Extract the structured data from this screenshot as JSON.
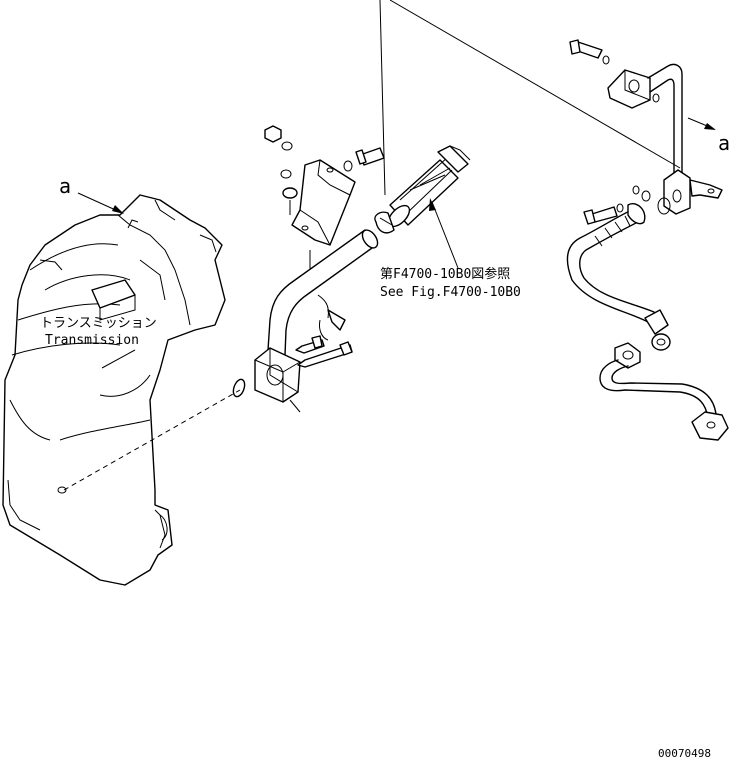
{
  "labels": {
    "marker_a_left": "a",
    "marker_a_right": "a",
    "transmission_jp": "トランスミッション",
    "transmission_en": "Transmission",
    "ref_jp": "第F4700-10B0図参照",
    "ref_en": "See Fig.F4700-10B0",
    "drawing_number": "00070498"
  }
}
